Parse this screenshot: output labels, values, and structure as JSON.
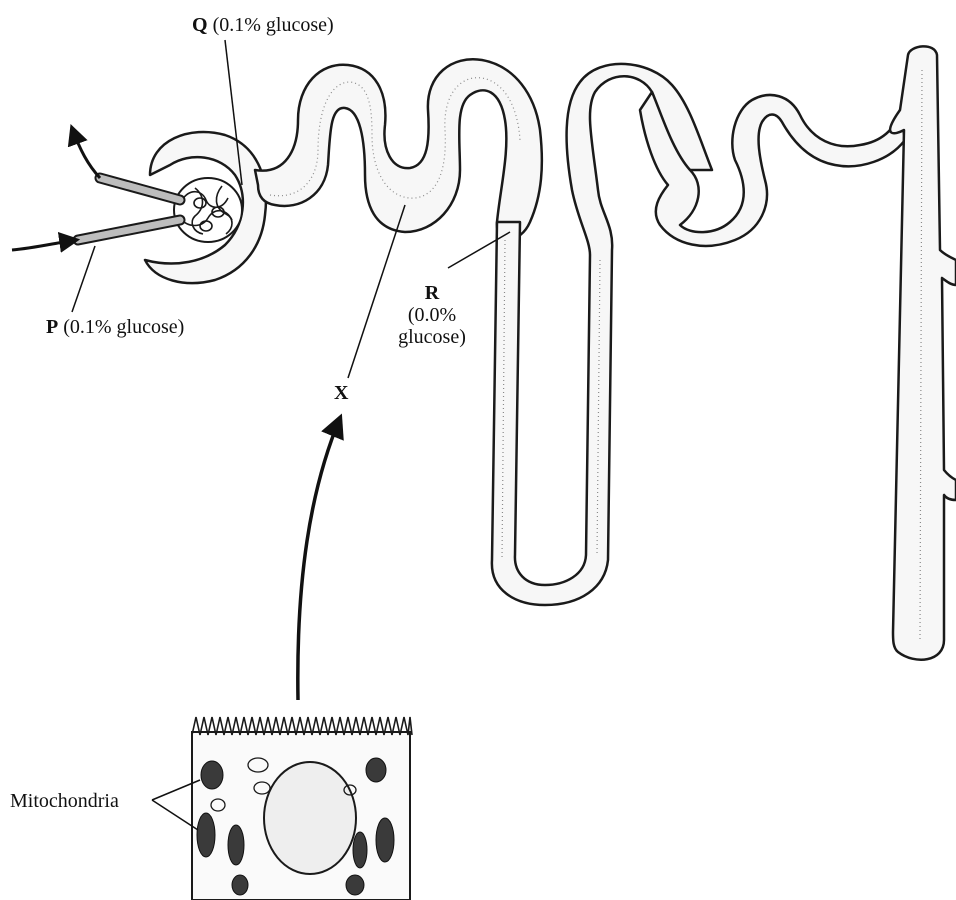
{
  "labels": {
    "q_letter": "Q",
    "q_text": "(0.1% glucose)",
    "p_letter": "P",
    "p_text": "(0.1% glucose)",
    "r_letter": "R",
    "r_line1": "(0.0%",
    "r_line2": "glucose)",
    "x_letter": "X",
    "mitochondria": "Mitochondria"
  }
}
